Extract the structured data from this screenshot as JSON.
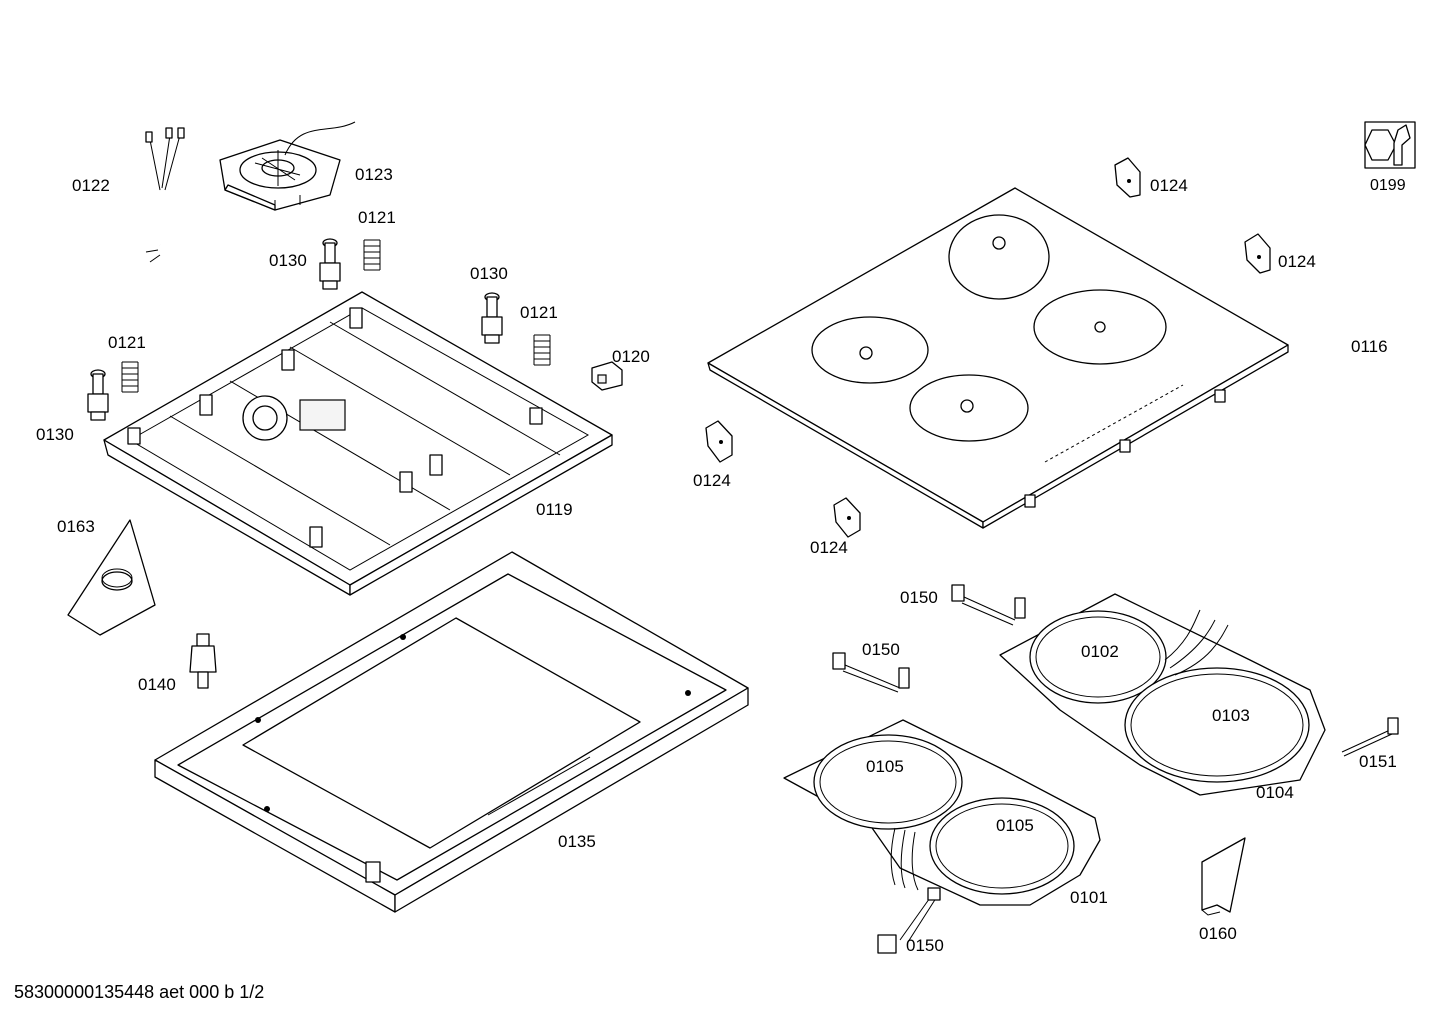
{
  "diagram": {
    "document_id": "58300000135448 aet 000 b 1/2",
    "parts": [
      {
        "id": "0122"
      },
      {
        "id": "0123"
      },
      {
        "id": "0121"
      },
      {
        "id": "0130"
      },
      {
        "id": "0130"
      },
      {
        "id": "0121"
      },
      {
        "id": "0121"
      },
      {
        "id": "0130"
      },
      {
        "id": "0120"
      },
      {
        "id": "0119"
      },
      {
        "id": "0163"
      },
      {
        "id": "0140"
      },
      {
        "id": "0135"
      },
      {
        "id": "0124"
      },
      {
        "id": "0124"
      },
      {
        "id": "0124"
      },
      {
        "id": "0124"
      },
      {
        "id": "0116"
      },
      {
        "id": "0199"
      },
      {
        "id": "0150"
      },
      {
        "id": "0150"
      },
      {
        "id": "0102"
      },
      {
        "id": "0103"
      },
      {
        "id": "0104"
      },
      {
        "id": "0151"
      },
      {
        "id": "0105"
      },
      {
        "id": "0105"
      },
      {
        "id": "0101"
      },
      {
        "id": "0150"
      },
      {
        "id": "0160"
      }
    ]
  }
}
